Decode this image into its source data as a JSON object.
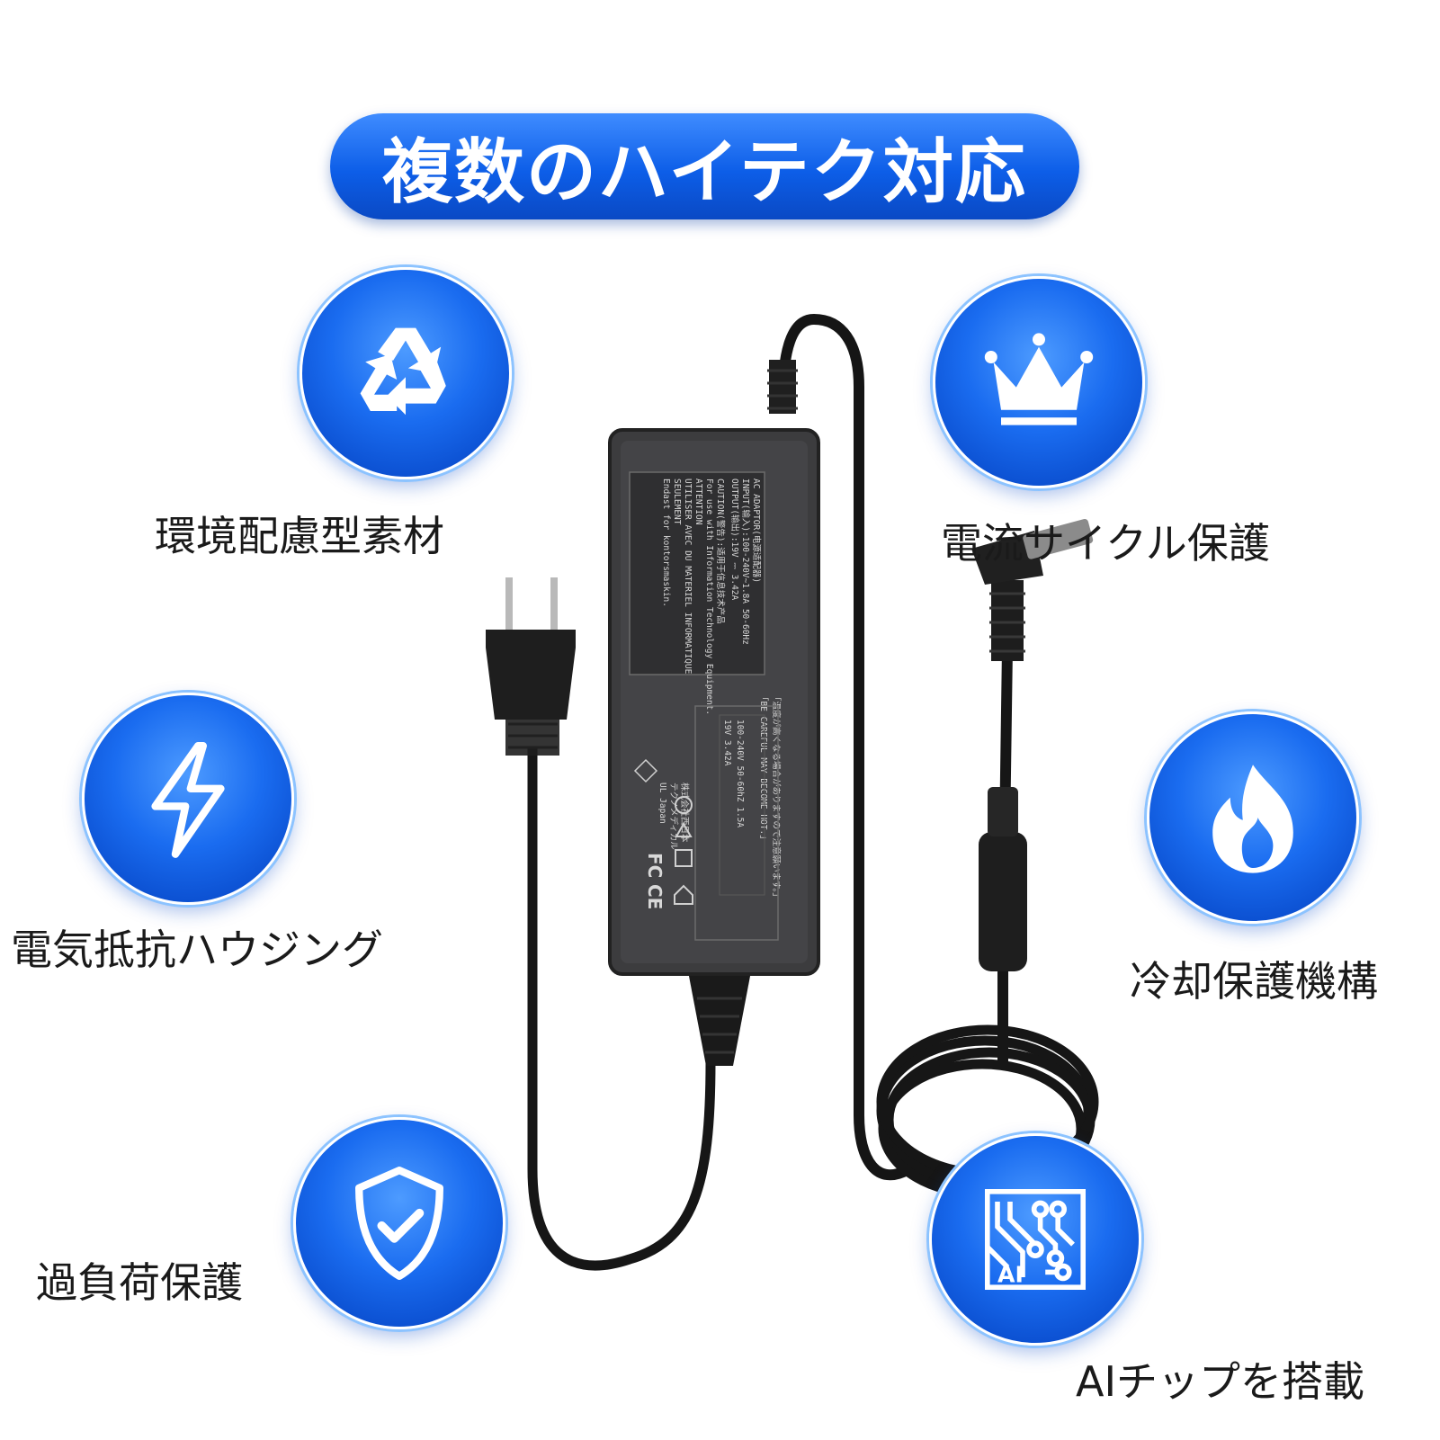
{
  "banner": {
    "title": "複数のハイテク対応"
  },
  "features": [
    {
      "label": "環境配慮型素材",
      "icon": "recycle-icon"
    },
    {
      "label": "電流サイクル保護",
      "icon": "crown-icon"
    },
    {
      "label": "電気抵抗ハウジング",
      "icon": "lightning-icon"
    },
    {
      "label": "冷却保護機構",
      "icon": "flame-icon"
    },
    {
      "label": "過負荷保護",
      "icon": "shield-check-icon"
    },
    {
      "label": "AIチップを搭載",
      "icon": "ai-chip-icon"
    }
  ],
  "adapter_label": {
    "title": "AC ADAPTOR(电源适配器)",
    "input": "INPUT(输入):100-240V~1.8A 50-60Hz",
    "output": "OUTPUT(输出):19V ⎓ 3.42A",
    "caution_1": "CAUTION(警告):适用于信息技术产品",
    "caution_2": "For use with Information Technology Equipment.",
    "attention_1": "ATTENTION",
    "attention_2": "UTILISER AVEC DU MATERIEL INFORMATIQUE",
    "attention_3": "SEULEMENT",
    "attention_4": "Endast for kontorsmaskin.",
    "warning_jp": "「温度が高くなる場合がありますので注意願います。」",
    "warning_en": "「BE CAREFUL MAY BECOME HOT.」",
    "rating_1": "100-240V 50-60hZ 1.5A",
    "rating_2": "19V 3.42A",
    "maker_1": "株式会社西日本",
    "maker_2": "テクノメディカル",
    "maker_3": "UL Japan",
    "fc_mark": "FC",
    "ce_mark": "CE"
  },
  "colors": {
    "primary_blue": "#1a6cf0",
    "adapter_body": "#3c3c3e"
  }
}
